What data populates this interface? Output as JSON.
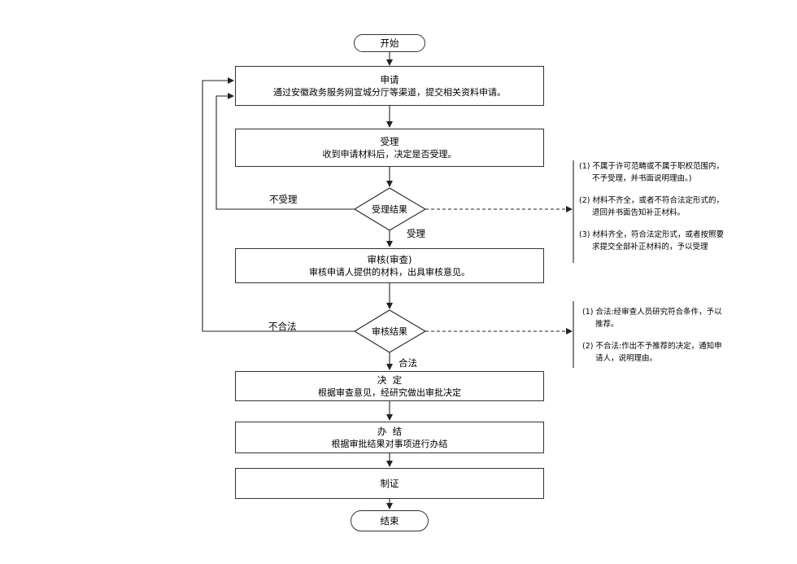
{
  "start": "开始",
  "end": "结束",
  "steps": {
    "apply": {
      "title": "申请",
      "desc": "通过安徽政务服务网宣城分厅等渠道，提交相关资料申请。"
    },
    "accept": {
      "title": "受理",
      "desc": "收到申请材料后，决定是否受理。"
    },
    "review": {
      "title": "审核(审查)",
      "desc": "审核申请人提供的材料，出具审核意见。"
    },
    "decide": {
      "title": "决  定",
      "desc": "根据审查意见，经研究做出审批决定"
    },
    "complete": {
      "title": "办  结",
      "desc": "根据审批结果对事项进行办结"
    },
    "certify": {
      "title": "制证"
    }
  },
  "decisions": {
    "accept_result": "受理结果",
    "review_result": "审核结果"
  },
  "edge_labels": {
    "not_accepted": "不受理",
    "accepted": "受理",
    "illegal": "不合法",
    "legal": "合法"
  },
  "notes": {
    "accept": [
      {
        "line1": "(1) 不属于许可范畴或不属于职权范围内，",
        "line2": "不予受理，并书面说明理由。)"
      },
      {
        "line1": "(2) 材料不齐全，或者不符合法定形式的，",
        "line2": "退回并书面告知补正材料。"
      },
      {
        "line1": "(3) 材料齐全，符合法定形式，或者按照要",
        "line2": "求提交全部补正材料的，予以受理"
      }
    ],
    "review": [
      {
        "line1": "(1) 合法:经审查人员研究符合条件，予以",
        "line2": "推荐。"
      },
      {
        "line1": "(2) 不合法:作出不予推荐的决定，通知申",
        "line2": "请人，说明理由。"
      }
    ]
  }
}
